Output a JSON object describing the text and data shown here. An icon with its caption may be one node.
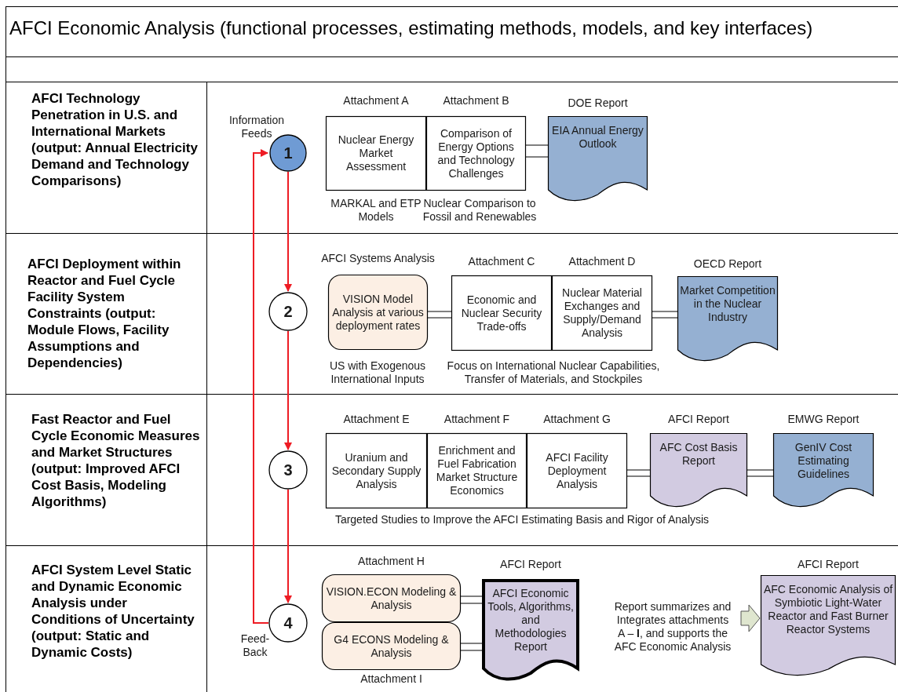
{
  "diagram": {
    "title": "AFCI Economic Analysis (functional processes, estimating methods, models, and key interfaces)",
    "nodes": [
      {
        "text": [
          "1"
        ],
        "beside": [
          "Information Feeds"
        ]
      },
      {
        "text": [
          "Nuclear Energy Market Assessment"
        ],
        "beside": [
          "Attachment A",
          "MARKAL and ETP Models"
        ]
      },
      {
        "text": [
          "Comparison of Energy Options and Technology Challenges"
        ],
        "beside": [
          "Attachment B",
          "Nuclear Comparison to Fossil and Renewables"
        ]
      },
      {
        "text": [
          "EIA Annual Energy Outlook"
        ],
        "beside": [
          "DOE Report"
        ]
      },
      {
        "text": [
          "2"
        ]
      },
      {
        "text": [
          "VISION Model Analysis at various deployment rates"
        ],
        "beside": [
          "AFCI Systems Analysis",
          "US with Exogenous International Inputs"
        ]
      },
      {
        "text": [
          "Economic and Nuclear Security Trade-offs"
        ],
        "beside": [
          "Attachment C"
        ]
      },
      {
        "text": [
          "Nuclear Material Exchanges and Supply/Demand Analysis"
        ],
        "beside": [
          "Attachment D"
        ]
      },
      {
        "text": [
          "Market Competition in the Nuclear Industry"
        ],
        "beside": [
          "OECD Report"
        ]
      },
      {
        "text": [
          "3"
        ]
      },
      {
        "text": [
          "Uranium and Secondary Supply Analysis"
        ],
        "beside": [
          "Attachment E"
        ]
      },
      {
        "text": [
          "Enrichment and Fuel Fabrication Market Structure Economics"
        ],
        "beside": [
          "Attachment F"
        ]
      },
      {
        "text": [
          "AFCI Facility Deployment Analysis"
        ],
        "beside": [
          "Attachment G"
        ]
      },
      {
        "text": [
          "AFC Cost Basis Report"
        ],
        "beside": [
          "AFCI Report"
        ]
      },
      {
        "text": [
          "GenIV Cost Estimating Guidelines"
        ],
        "beside": [
          "EMWG Report"
        ]
      },
      {
        "text": [
          "4"
        ],
        "beside": [
          "Feed-Back"
        ]
      },
      {
        "text": [
          "VISION.ECON Modeling & Analysis"
        ],
        "beside": [
          "Attachment H"
        ]
      },
      {
        "text": [
          "G4 ECONS Modeling & Analysis"
        ],
        "beside": [
          "Attachment I"
        ]
      },
      {
        "text": [
          "AFCI Economic Tools, Algorithms, and Methodologies Report"
        ],
        "beside": [
          "AFCI Report"
        ]
      },
      {
        "text": [
          "Report summarizes and Integrates attachments A – **I**, and supports the AFC Economic Analysis"
        ]
      },
      {
        "text": [
          "AFC Economic Analysis of Symbiotic Light-Water Reactor and Fast Burner Reactor Systems"
        ],
        "beside": [
          "AFCI Report"
        ]
      }
    ],
    "edges": [
      {
        "from": 0,
        "to": 4,
        "arrow": "to",
        "color": "#ee1c24"
      },
      {
        "from": 4,
        "to": 9,
        "arrow": "to",
        "color": "#ee1c24"
      },
      {
        "from": 9,
        "to": 15,
        "arrow": "to",
        "color": "#ee1c24"
      },
      {
        "from": 15,
        "to": 0,
        "arrow": "to",
        "color": "#ee1c24"
      },
      {
        "from": 2,
        "to": 3,
        "arrow": "none"
      },
      {
        "from": 5,
        "to": 6,
        "arrow": "none"
      },
      {
        "from": 7,
        "to": 8,
        "arrow": "none"
      },
      {
        "from": 12,
        "to": 13,
        "arrow": "none"
      },
      {
        "from": 13,
        "to": 14,
        "arrow": "none"
      },
      {
        "from": 16,
        "to": 18,
        "arrow": "none"
      },
      {
        "from": 17,
        "to": 18,
        "arrow": "none"
      },
      {
        "from": 19,
        "to": 20,
        "arrow": "to",
        "style": "thick",
        "color": "#dfe6cf"
      }
    ],
    "labels": [
      "AFCI Technology Penetration in U.S. and International Markets (output: Annual Electricity Demand and Technology Comparisons)",
      "AFCI Deployment within Reactor and Fuel Cycle Facility System Constraints (output: Module Flows, Facility Assumptions and Dependencies)",
      "Focus on International Nuclear Capabilities, Transfer of Materials, and Stockpiles",
      "Fast Reactor and Fuel Cycle Economic Measures and Market Structures (output: Improved AFCI Cost Basis, Modeling Algorithms)",
      "Targeted Studies to Improve the AFCI Estimating Basis and Rigor of Analysis",
      "AFCI System Level Static and Dynamic Economic Analysis under Conditions of Uncertainty (output: Static and Dynamic Costs)"
    ]
  }
}
